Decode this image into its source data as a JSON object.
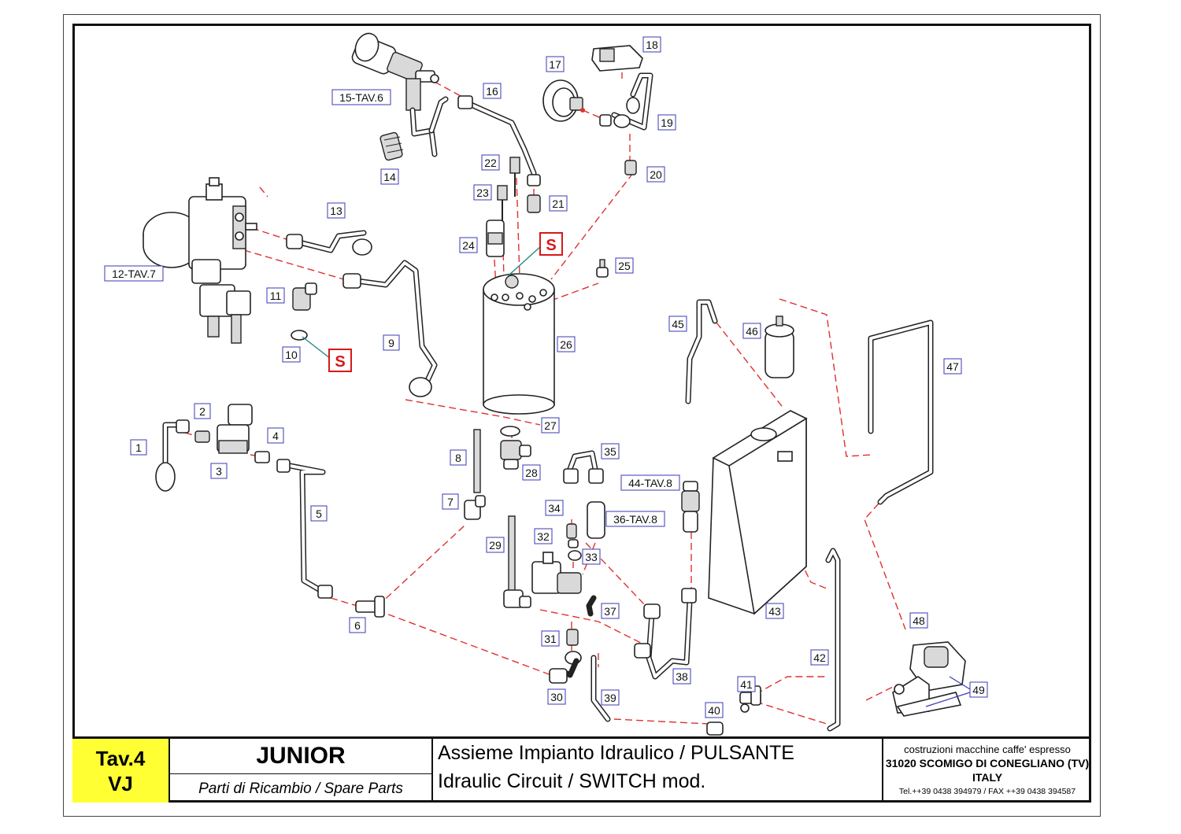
{
  "labels": {
    "l1": "1",
    "l2": "2",
    "l3": "3",
    "l4": "4",
    "l5": "5",
    "l6": "6",
    "l7": "7",
    "l8": "8",
    "l9": "9",
    "l10": "10",
    "l11": "11",
    "l12": "12-TAV.7",
    "l13": "13",
    "l14": "14",
    "l15": "15-TAV.6",
    "l16": "16",
    "l17": "17",
    "l18": "18",
    "l19": "19",
    "l20": "20",
    "l21": "21",
    "l22": "22",
    "l23": "23",
    "l24": "24",
    "l25": "25",
    "l26": "26",
    "l27": "27",
    "l28": "28",
    "l29": "29",
    "l30": "30",
    "l31": "31",
    "l32": "32",
    "l33": "33",
    "l34": "34",
    "l35": "35",
    "l36": "36-TAV.8",
    "l37": "37",
    "l38": "38",
    "l39": "39",
    "l40": "40",
    "l41": "41",
    "l42": "42",
    "l43": "43",
    "l44": "44-TAV.8",
    "l45": "45",
    "l46": "46",
    "l47": "47",
    "l48": "48",
    "l49": "49"
  },
  "s_markers": {
    "s_upper": "S",
    "s_lower": "S"
  },
  "title_block": {
    "tav_line1": "Tav.4",
    "tav_line2": "VJ",
    "model": "JUNIOR",
    "subtitle": "Parti di Ricambio / Spare Parts",
    "desc_it": "Assieme Impianto Idraulico / PULSANTE",
    "desc_en": "Idraulic Circuit / SWITCH mod.",
    "maker_line1": "costruzioni macchine caffe' espresso",
    "maker_line2": "31020 SCOMIGO DI CONEGLIANO (TV)",
    "maker_line3": "ITALY",
    "maker_line4": "Tel.++39 0438 394979 / FAX ++39 0438 394587"
  },
  "colors": {
    "title_highlight": "#ffff33",
    "dash_lines": "#e03030",
    "label_border": "#3a3ab5",
    "seal_marker": "#d81818"
  }
}
